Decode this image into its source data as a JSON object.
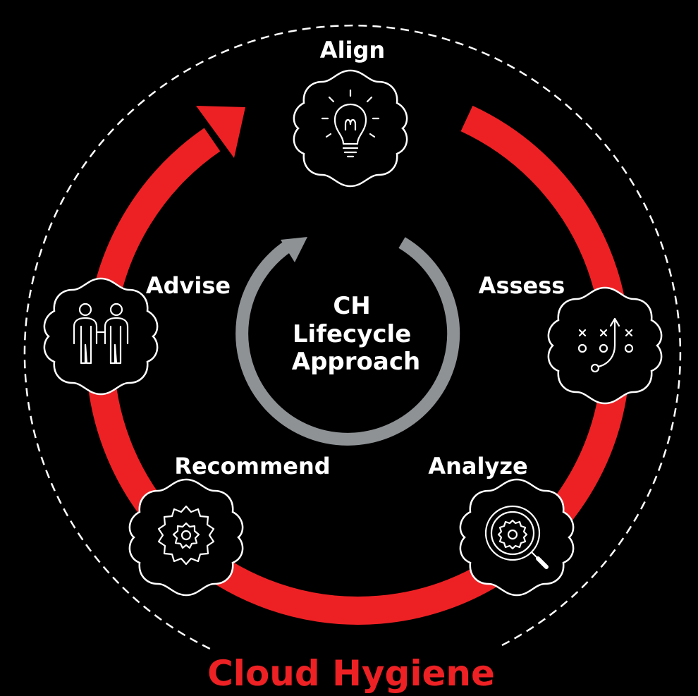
{
  "center": {
    "lines": [
      "CH",
      "Lifecycle",
      "Approach"
    ]
  },
  "stages": [
    {
      "label": "Align",
      "icon": "lightbulb-icon"
    },
    {
      "label": "Assess",
      "icon": "strategy-play-icon"
    },
    {
      "label": "Analyze",
      "icon": "magnifier-gear-icon"
    },
    {
      "label": "Recommend",
      "icon": "gears-icon"
    },
    {
      "label": "Advise",
      "icon": "people-icon"
    }
  ],
  "footer": {
    "title": "Cloud Hygiene"
  },
  "colors": {
    "background": "#000000",
    "cycle_ring": "#ED2124",
    "inner_ring": "#8E9295",
    "text": "#FFFFFF",
    "footer_title": "#ED2124"
  }
}
